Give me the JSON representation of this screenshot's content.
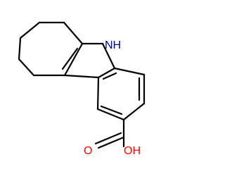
{
  "molecule": {
    "atoms": {
      "nh": "NH",
      "oh": "OH",
      "o": "O"
    },
    "colors": {
      "bond": "#000000",
      "nitrogen": "#00008b",
      "oxygen": "#ff0000",
      "background": "#ffffff"
    }
  }
}
